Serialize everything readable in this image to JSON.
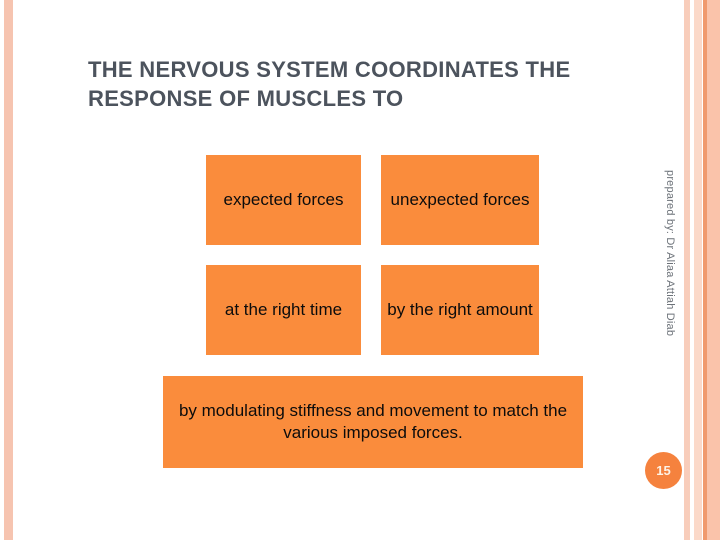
{
  "slide": {
    "title": "THE NERVOUS SYSTEM COORDINATES THE RESPONSE OF MUSCLES TO",
    "credit": "prepared by: Dr Aliaa Attiah Diab",
    "page_number": "15",
    "colors": {
      "box_fill": "#fa8c3c",
      "title_text": "#4c535d",
      "badge_fill": "#f5823e",
      "stripe_light": "#f6c4b0",
      "stripe_dark": "#f09a6e"
    },
    "boxes": [
      {
        "id": "expected-forces",
        "text": "expected forces"
      },
      {
        "id": "unexpected-forces",
        "text": "unexpected forces"
      },
      {
        "id": "at-the-right-time",
        "text": "at the right time"
      },
      {
        "id": "by-the-right-amount",
        "text": "by the right amount"
      },
      {
        "id": "summary",
        "text": "by modulating stiffness and movement to match the various imposed forces."
      }
    ]
  }
}
